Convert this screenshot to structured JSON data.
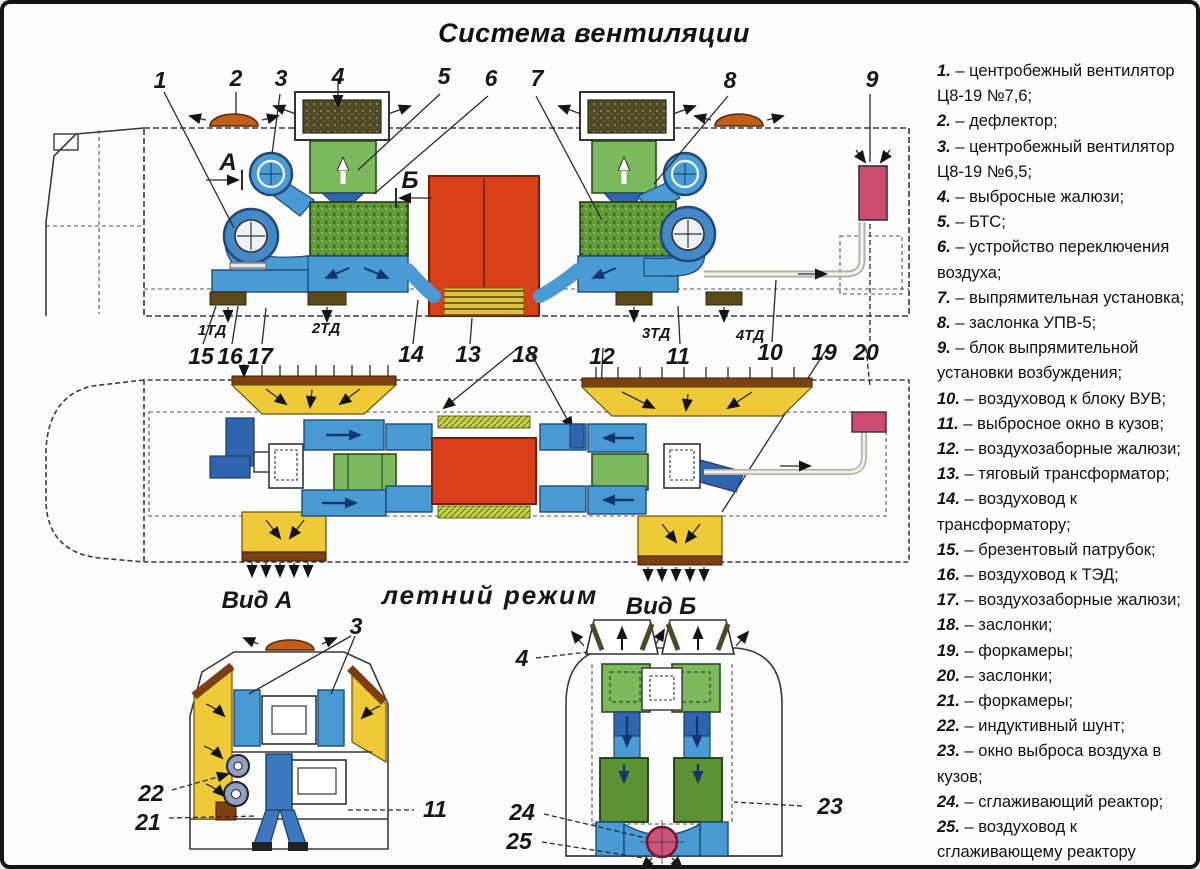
{
  "title": "Система вентиляции",
  "section_labels": {
    "view_a": "Вид А",
    "summer_mode": "летний режим",
    "view_b": "Вид Б",
    "cut_a": "А",
    "cut_b": "Б"
  },
  "axle_labels": [
    "1ТД",
    "2ТД",
    "3ТД",
    "4ТД"
  ],
  "callouts": {
    "top": [
      "1",
      "2",
      "3",
      "4",
      "5",
      "6",
      "7",
      "8",
      "9"
    ],
    "middle": [
      "15",
      "16",
      "17",
      "14",
      "13",
      "18",
      "12",
      "11",
      "10",
      "19",
      "20"
    ],
    "view_a": {
      "fans": "3",
      "shunt": "22",
      "chamber": "21",
      "window": "11"
    },
    "view_b": {
      "louver": "4",
      "reactor": "24",
      "duct": "25",
      "window": "23"
    }
  },
  "legend": {
    "items": [
      {
        "n": "1.",
        "t": "центробежный вентилятор Ц8-19 №7,6;"
      },
      {
        "n": "2.",
        "t": "дефлектор;"
      },
      {
        "n": "3.",
        "t": "центробежный вентилятор Ц8-19 №6,5;"
      },
      {
        "n": "4.",
        "t": "выбросные жалюзи;"
      },
      {
        "n": "5.",
        "t": "БТС;"
      },
      {
        "n": "6.",
        "t": "устройство переключения воздуха;"
      },
      {
        "n": "7.",
        "t": "выпрямительная установка;"
      },
      {
        "n": "8.",
        "t": "заслонка УПВ-5;"
      },
      {
        "n": "9.",
        "t": "блок выпрямительной установки возбуждения;"
      },
      {
        "n": "10.",
        "t": "воздуховод к блоку ВУВ;"
      },
      {
        "n": "11.",
        "t": "выбросное окно в кузов;"
      },
      {
        "n": "12.",
        "t": "воздухозаборные жалюзи;"
      },
      {
        "n": "13.",
        "t": "тяговый трансформатор;"
      },
      {
        "n": "14.",
        "t": "воздуховод к трансформатору;"
      },
      {
        "n": "15.",
        "t": "брезентовый патрубок;"
      },
      {
        "n": "16.",
        "t": "воздуховод к ТЭД;"
      },
      {
        "n": "17.",
        "t": "воздухозаборные жалюзи;"
      },
      {
        "n": "18.",
        "t": "заслонки;"
      },
      {
        "n": "19.",
        "t": "форкамеры;"
      },
      {
        "n": "20.",
        "t": "заслонки;"
      },
      {
        "n": "21.",
        "t": "форкамеры;"
      },
      {
        "n": "22.",
        "t": "индуктивный шунт;"
      },
      {
        "n": "23.",
        "t": "окно выброса воздуха в кузов;"
      },
      {
        "n": "24.",
        "t": "сглаживающий реактор;"
      },
      {
        "n": "25.",
        "t": "воздуховод к сглаживающему реактору"
      }
    ]
  },
  "colors": {
    "duct_blue": "#4a9ad4",
    "dark_blue": "#2f64ae",
    "light_green": "#7cb85c",
    "dark_green": "#639a38",
    "transformer_red": "#d8401a",
    "louver_yellow": "#eec938",
    "strip_brown": "#7d3f10",
    "deflector_orange": "#c06018",
    "exhaust_olive": "#4e4824",
    "vuv_pink": "#cd4a70"
  }
}
